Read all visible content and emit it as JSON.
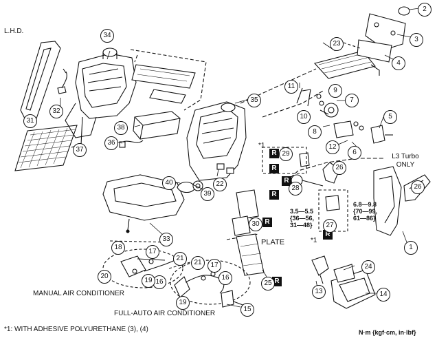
{
  "header": {
    "lhd_label": "L.H.D.",
    "turbo_label": "L3 Turbo ONLY"
  },
  "notes": {
    "asterisk1_top": "*1",
    "asterisk1_bottom": "*1",
    "plate_label": "PLATE",
    "manual_ac": "MANUAL AIR CONDITIONER",
    "fullauto_ac": "FULL-AUTO AIR CONDITIONER",
    "footnote": "*1: WITH ADHESIVE POLYURETHANE (3), (4)",
    "unit_legend": "N·m {kgf·cm, in·lbf}"
  },
  "torque": {
    "spec_a": [
      "3.5—5.5",
      "{36—56,",
      "31—48}"
    ],
    "spec_b": [
      "6.8—9.8",
      "{70—99,",
      "61—86}"
    ]
  },
  "replace_mark": "R",
  "callouts": [
    "1",
    "2",
    "3",
    "4",
    "5",
    "6",
    "7",
    "8",
    "9",
    "10",
    "11",
    "12",
    "13",
    "14",
    "15",
    "16",
    "16",
    "17",
    "17",
    "18",
    "19",
    "19",
    "20",
    "21",
    "21",
    "22",
    "23",
    "24",
    "25",
    "26",
    "26",
    "27",
    "28",
    "29",
    "30",
    "31",
    "32",
    "33",
    "34",
    "35",
    "36",
    "37",
    "38",
    "39",
    "40"
  ]
}
